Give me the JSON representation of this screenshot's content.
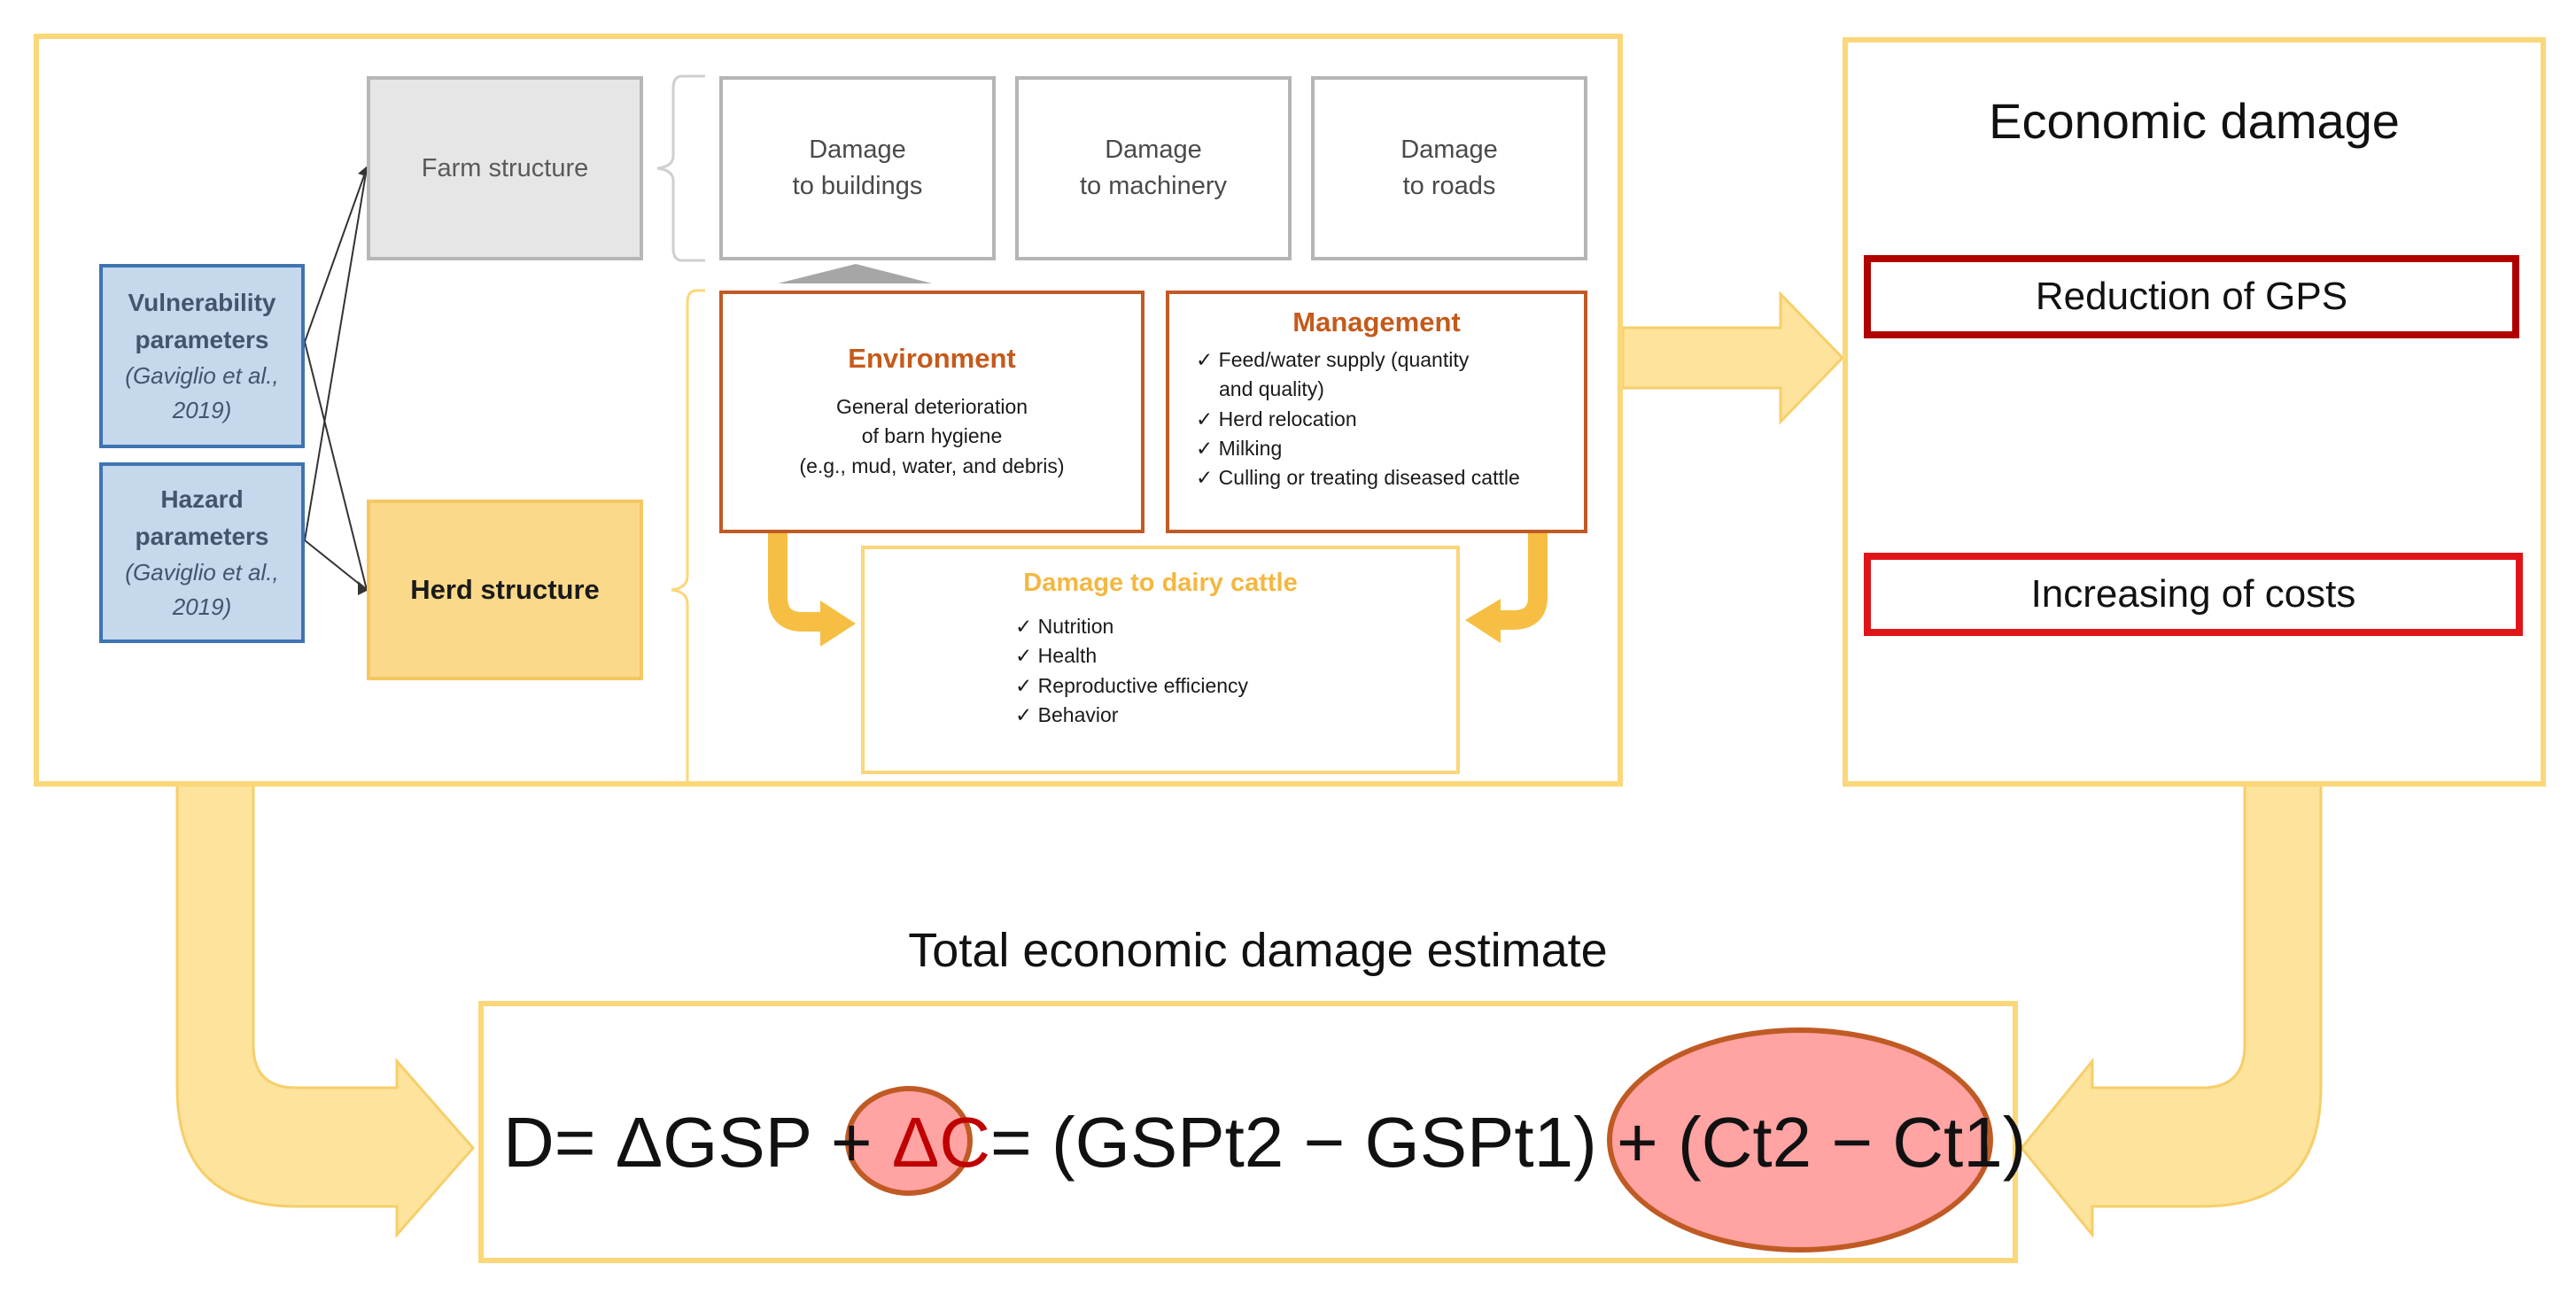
{
  "diagram": {
    "farm_structure": "Farm structure",
    "herd_structure": "Herd structure",
    "vulnerability": {
      "title": [
        "Vulnerability",
        "parameters"
      ],
      "citation": [
        "(Gaviglio et al.,",
        "2019)"
      ]
    },
    "hazard": {
      "title": [
        "Hazard",
        "parameters"
      ],
      "citation": [
        "(Gaviglio et al.,",
        "2019)"
      ]
    },
    "damage_boxes": [
      {
        "line1": "Damage",
        "line2": "to buildings"
      },
      {
        "line1": "Damage",
        "line2": "to machinery"
      },
      {
        "line1": "Damage",
        "line2": "to roads"
      }
    ],
    "environment": {
      "title": "Environment",
      "lines": [
        "General deterioration",
        "of barn hygiene",
        "(e.g., mud, water, and debris)"
      ]
    },
    "management": {
      "title": "Management",
      "items": [
        "Feed/water supply (quantity",
        "Herd relocation",
        "Milking",
        "Culling  or treating diseased cattle"
      ],
      "continuation": "and quality)"
    },
    "dairy_cattle": {
      "title": "Damage to dairy cattle",
      "items": [
        "Nutrition",
        "Health",
        "Reproductive efficiency",
        "Behavior"
      ]
    },
    "economic_damage": {
      "title": "Economic damage",
      "items": [
        "Reduction of GPS",
        "Increasing of costs"
      ]
    },
    "total": {
      "title": "Total economic damage estimate",
      "formula": {
        "p1": "D= ΔGSP + ",
        "delta_c": "ΔC",
        "p2": "= (GSPt2 − GSPt1) + ",
        "ct": "(Ct2 − Ct1)"
      }
    },
    "colors": {
      "frame_yellow": "#fbd779",
      "herd_fill": "#fbd98a",
      "blue_fill": "#c6d8ec",
      "blue_border": "#3e74b3",
      "brown": "#c05a24",
      "cattle_title": "#f4b740",
      "red": "#c00000",
      "oval_fill": "#ffa3a3"
    }
  }
}
